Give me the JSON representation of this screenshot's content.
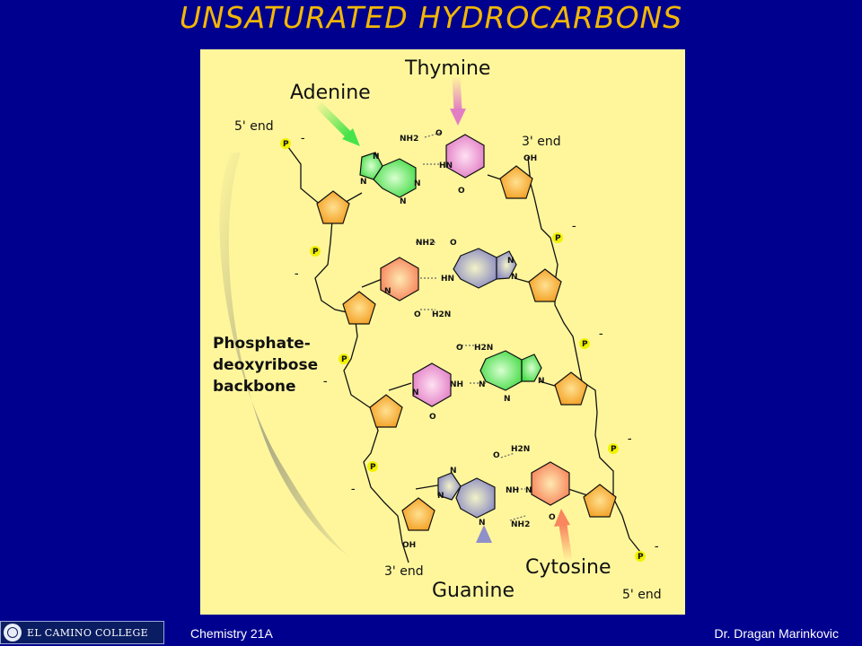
{
  "slide": {
    "title": "UNSATURATED HYDROCARBONS",
    "footer_left": "Chemistry 21A",
    "footer_right": "Dr. Dragan Marinkovic",
    "logo_text": "EL CAMINO COLLEGE"
  },
  "diagram": {
    "bases": {
      "adenine": "Adenine",
      "thymine": "Thymine",
      "guanine": "Guanine",
      "cytosine": "Cytosine"
    },
    "ends": {
      "five_prime_top": "5' end",
      "three_prime_top": "3' end",
      "three_prime_bottom": "3' end",
      "five_prime_bottom": "5' end"
    },
    "backbone_label": [
      "Phosphate-",
      "deoxyribose",
      "backbone"
    ],
    "atoms": {
      "nh2": "NH2",
      "h2n": "H2N",
      "hn": "HN",
      "nh": "NH",
      "n": "N",
      "o": "O",
      "p": "P",
      "oh": "OH",
      "minus": "–"
    },
    "colors": {
      "adenine": "#48e34a",
      "thymine": "#e27fc4",
      "guanine": "#8f8fc9",
      "cytosine": "#f8865e",
      "sugar": "#f6a323",
      "phosphate": "#f2f200",
      "background": "#fff69c"
    }
  }
}
